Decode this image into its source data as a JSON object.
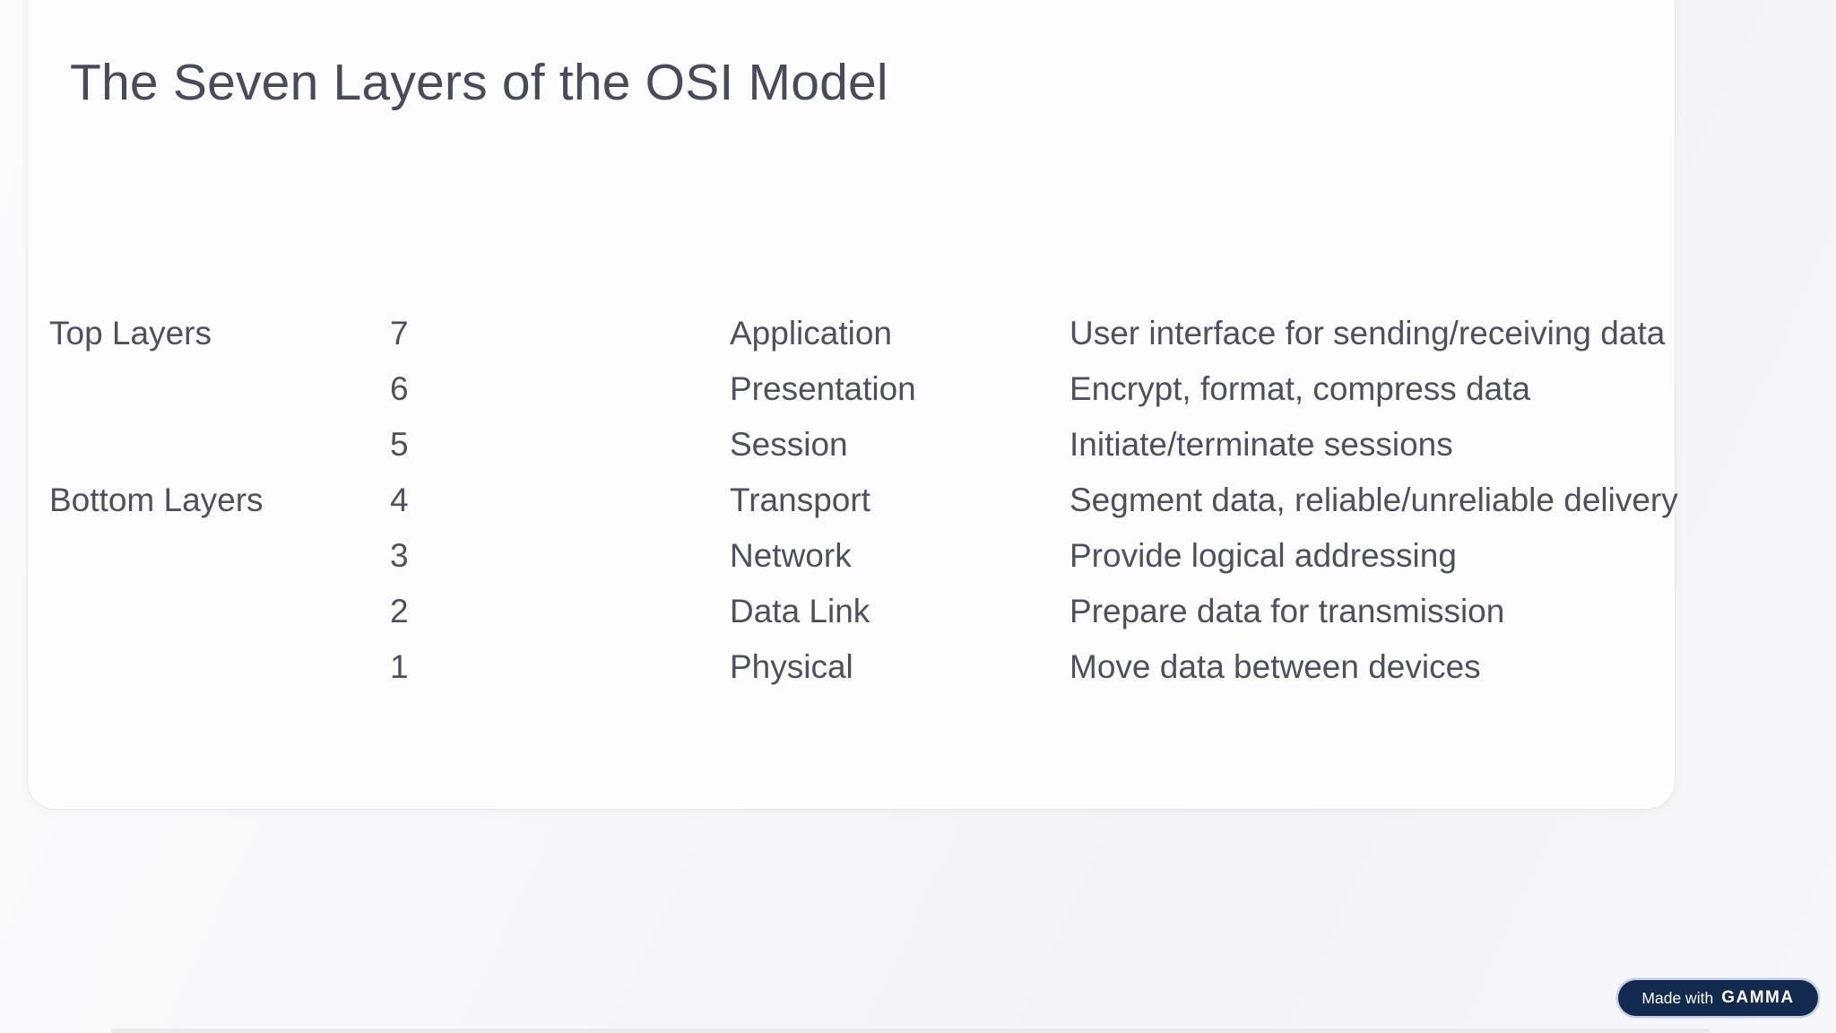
{
  "slide": {
    "title": "The Seven Layers of the OSI Model",
    "table": {
      "rows": [
        {
          "group": "Top Layers",
          "number": "7",
          "name": "Application",
          "description": "User interface for sending/receiving data"
        },
        {
          "group": "",
          "number": "6",
          "name": "Presentation",
          "description": "Encrypt, format, compress data"
        },
        {
          "group": "",
          "number": "5",
          "name": "Session",
          "description": "Initiate/terminate sessions"
        },
        {
          "group": "Bottom Layers",
          "number": "4",
          "name": "Transport",
          "description": "Segment data, reliable/unreliable delivery"
        },
        {
          "group": "",
          "number": "3",
          "name": "Network",
          "description": "Provide logical addressing"
        },
        {
          "group": "",
          "number": "2",
          "name": "Data Link",
          "description": "Prepare data for transmission"
        },
        {
          "group": "",
          "number": "1",
          "name": "Physical",
          "description": "Move data between devices"
        }
      ]
    }
  },
  "badge": {
    "prefix": "Made with",
    "brand": "GAMMA"
  },
  "colors": {
    "page_background": "#f6f6f8",
    "card_background": "#fdfdfe",
    "card_border": "#e9e9ec",
    "title_text": "#4a4a5d",
    "body_text": "#4f4f62",
    "badge_background": "#132a4f",
    "badge_ring": "#92aad6",
    "badge_text": "#ffffff"
  }
}
